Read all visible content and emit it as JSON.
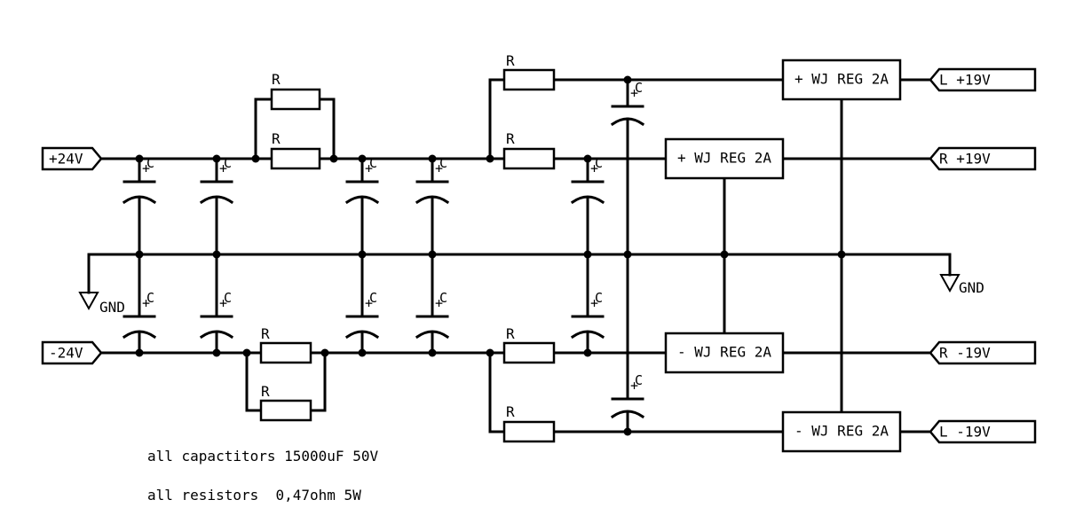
{
  "terminals": {
    "in_pos": "+24V",
    "in_neg": "-24V",
    "out_l_pos": "L +19V",
    "out_r_pos": "R +19V",
    "out_r_neg": "R -19V",
    "out_l_neg": "L -19V"
  },
  "ground_label": "GND",
  "resistor_label": "R",
  "capacitor_label": "C",
  "capacitor_polarity": "+",
  "regulators": {
    "l_pos": "+ WJ REG 2A",
    "r_pos": "+ WJ REG 2A",
    "r_neg": "- WJ REG 2A",
    "l_neg": "- WJ REG 2A"
  },
  "notes": {
    "capacitors": "all capactitors 15000uF 50V",
    "resistors": "all resistors  0,47ohm 5W"
  }
}
